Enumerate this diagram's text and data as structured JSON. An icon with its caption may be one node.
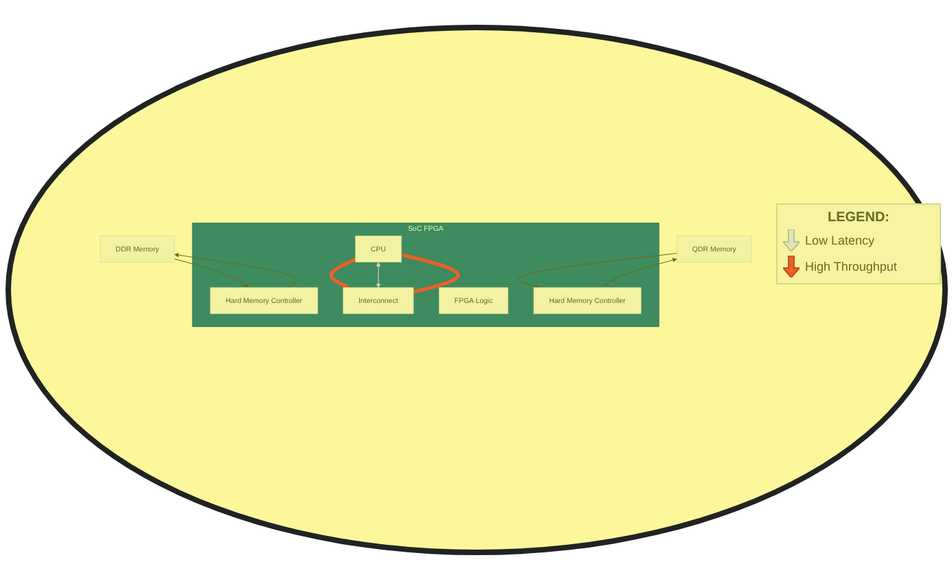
{
  "diagram": {
    "nodes": [
      {
        "text": [
          "SoC FPGA"
        ]
      },
      {
        "text": [
          "CPU"
        ],
        "in": 0
      },
      {
        "text": [
          "Hard Memory Controller"
        ],
        "in": 0
      },
      {
        "text": [
          "Interconnect"
        ],
        "in": 0
      },
      {
        "text": [
          "FPGA Logic"
        ],
        "in": 0
      },
      {
        "text": [
          "Hard Memory Controller"
        ],
        "in": 0
      },
      {
        "text": [
          "DDR Memory"
        ]
      },
      {
        "text": [
          "QDR Memory"
        ]
      }
    ],
    "edges": [
      {
        "from": 1,
        "to": 3,
        "arrow": "to",
        "style": "thick",
        "color": "#e8622a"
      },
      {
        "from": 3,
        "to": 1,
        "arrow": "to",
        "style": "thick",
        "color": "#e8622a"
      },
      {
        "from": 1,
        "to": 3,
        "arrow": "both",
        "color": "#d8dca8"
      },
      {
        "from": 6,
        "to": 2,
        "arrow": "to"
      },
      {
        "from": 2,
        "to": 6,
        "arrow": "to"
      },
      {
        "from": 7,
        "to": 5,
        "arrow": "to"
      },
      {
        "from": 5,
        "to": 7,
        "arrow": "to"
      }
    ],
    "labels": [
      "LEGEND:"
    ],
    "legend": [
      {
        "text": "Low Latency"
      },
      {
        "text": "High Throughput"
      }
    ]
  }
}
